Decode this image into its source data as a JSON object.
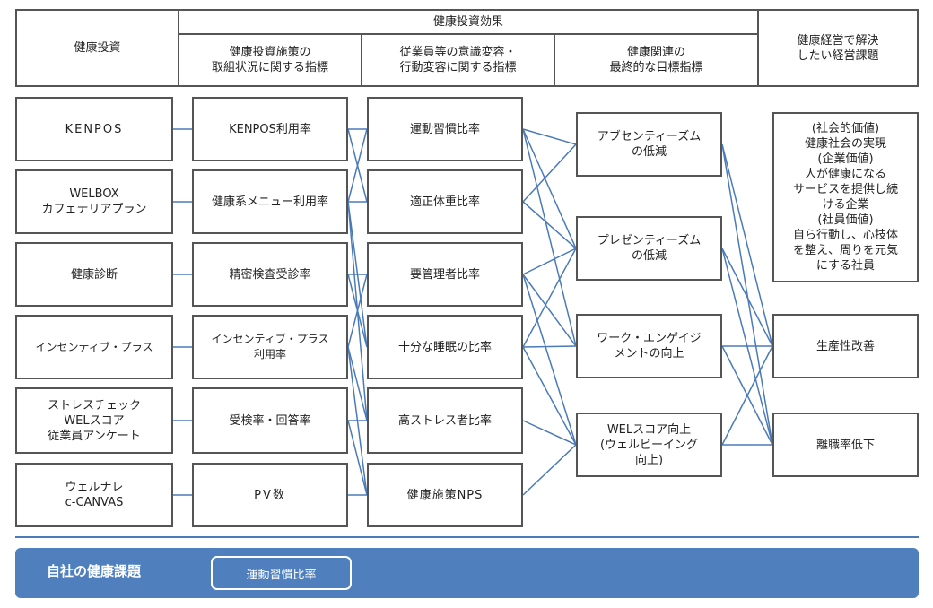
{
  "header": {
    "col1": "健康投資",
    "effects": "健康投資効果",
    "sub1": "健康投資施策の\n取組状況に関する指標",
    "sub2": "従業員等の意識変容・\n行動変容に関する指標",
    "sub3": "健康関連の\n最終的な目標指標",
    "col5": "健康経営で解決\nしたい経営課題"
  },
  "investments": [
    "KENPOS",
    "WELBOX\nカフェテリアプラン",
    "健康診断",
    "インセンティブ・プラス",
    "ストレスチェック\nWELスコア\n従業員アンケート",
    "ウェルナレ\nc-CANVAS"
  ],
  "measures": [
    "KENPOS利用率",
    "健康系メニュー利用率",
    "精密検査受診率",
    "インセンティブ・プラス\n利用率",
    "受検率・回答率",
    "PV数"
  ],
  "behaviors": [
    "運動習慣比率",
    "適正体重比率",
    "要管理者比率",
    "十分な睡眠の比率",
    "高ストレス者比率",
    "健康施策NPS"
  ],
  "goals": [
    "アブセンティーズム\nの低減",
    "プレゼンティーズム\nの低減",
    "ワーク・エンゲイジ\nメントの向上",
    "WELスコア向上\n(ウェルビーイング\n向上)"
  ],
  "issues": [
    "(社会的価値)\n健康社会の実現\n(企業価値)\n人が健康になる\nサービスを提供し続\nける企業\n(社員価値)\n自ら行動し、心技体\nを整え、周りを元気\nにする社員",
    "生産性改善",
    "離職率低下"
  ],
  "footer": {
    "title": "自社の健康課題",
    "button": "運動習慣比率"
  },
  "colors": {
    "line": "#4a7ab8",
    "border": "#555555",
    "bar": "#4f80bd"
  }
}
